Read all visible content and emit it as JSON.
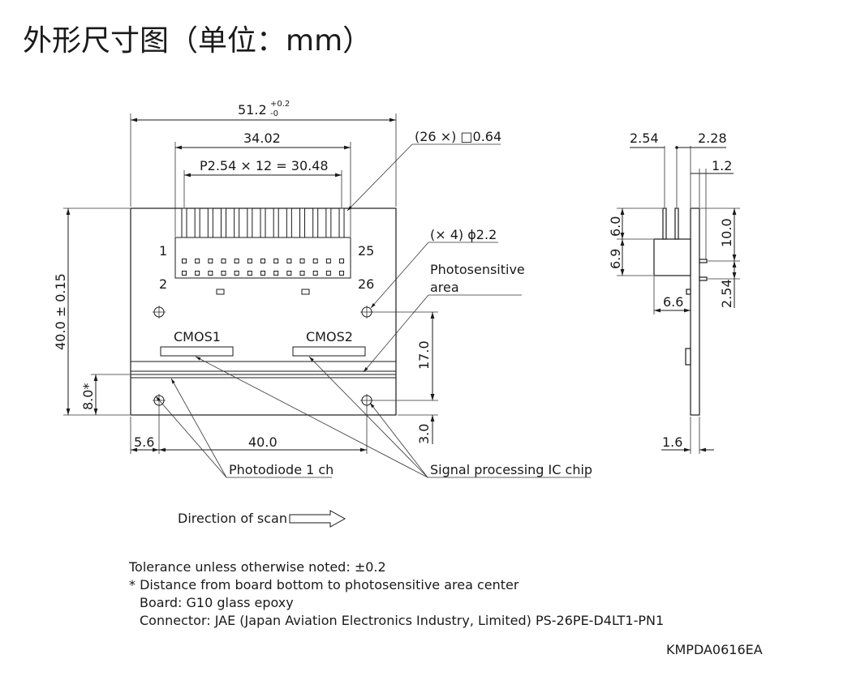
{
  "title": "外形尺寸图（单位：mm）",
  "front": {
    "dim_width_main": "51.2",
    "dim_width_tol_upper": "+0.2",
    "dim_width_tol_lower": "-0",
    "dim_connector": "34.02",
    "dim_pitch": "P2.54 × 12 = 30.48",
    "pin_label": "(26 ×) □0.64",
    "hole_label": "(× 4) ϕ2.2",
    "photosensitive_label_1": "Photosensitive",
    "photosensitive_label_2": "area",
    "pin_1": "1",
    "pin_2": "2",
    "pin_25": "25",
    "pin_26": "26",
    "cmos1": "CMOS1",
    "cmos2": "CMOS2",
    "dim_height": "40.0 ± 0.15",
    "dim_8": "8.0*",
    "dim_17": "17.0",
    "dim_3": "3.0",
    "dim_5_6": "5.6",
    "dim_40": "40.0",
    "photodiode_label": "Photodiode 1 ch",
    "ic_label": "Signal processing IC chip"
  },
  "side": {
    "dim_2_54_top": "2.54",
    "dim_2_28": "2.28",
    "dim_1_2": "1.2",
    "dim_6_0": "6.0",
    "dim_6_9": "6.9",
    "dim_6_6": "6.6",
    "dim_10_0": "10.0",
    "dim_2_54_right": "2.54",
    "dim_1_6": "1.6"
  },
  "direction": "Direction of scan",
  "notes": [
    "Tolerance unless otherwise noted: ±0.2",
    "* Distance from board bottom to photosensitive area center",
    "Board: G10 glass epoxy",
    "Connector: JAE (Japan Aviation Electronics Industry, Limited) PS-26PE-D4LT1-PN1"
  ],
  "code": "KMPDA0616EA"
}
